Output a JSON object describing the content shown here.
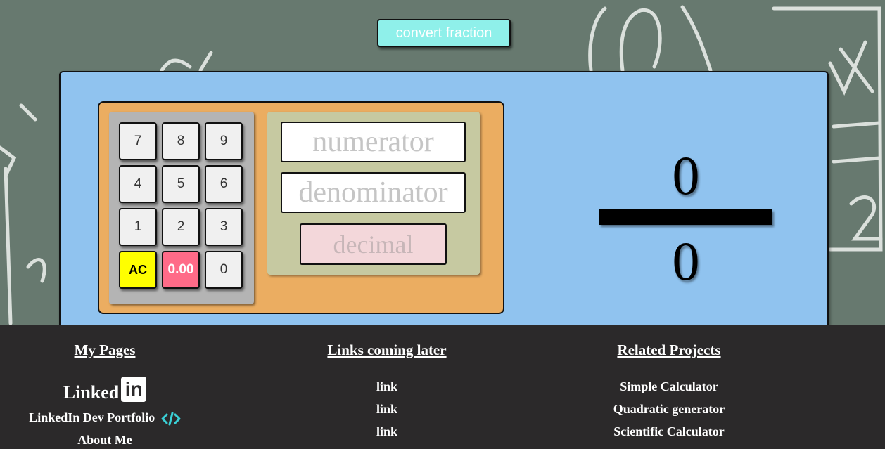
{
  "header": {
    "convert_label": "convert fraction"
  },
  "keypad": {
    "keys": [
      "7",
      "8",
      "9",
      "4",
      "5",
      "6",
      "1",
      "2",
      "3",
      "AC",
      "0.00",
      "0"
    ]
  },
  "inputs": {
    "numerator_placeholder": "numerator",
    "denominator_placeholder": "denominator",
    "decimal_placeholder": "decimal"
  },
  "fraction_display": {
    "numerator": "0",
    "denominator": "0"
  },
  "footer": {
    "my_pages": {
      "heading": "My Pages",
      "linkedin_text": "Linked",
      "linkedin_logo": "in",
      "portfolio": "LinkedIn Dev Portfolio",
      "about": "About Me"
    },
    "links_later": {
      "heading": "Links coming later",
      "items": [
        "link",
        "link",
        "link"
      ]
    },
    "related": {
      "heading": "Related Projects",
      "items": [
        "Simple Calculator",
        "Quadratic generator",
        "Scientific Calculator"
      ]
    }
  },
  "colors": {
    "chalkboard": "#67796f",
    "panel": "#90c3ef",
    "calculator": "#ebad61",
    "convert_button": "#8ff0ea",
    "ac_key": "#ffff00",
    "clear_key": "#ff6b88",
    "footer": "#2b292a",
    "code_icon": "#3ad0d6"
  },
  "icons": {
    "code": "code-brackets-icon",
    "linkedin": "linkedin-icon"
  }
}
